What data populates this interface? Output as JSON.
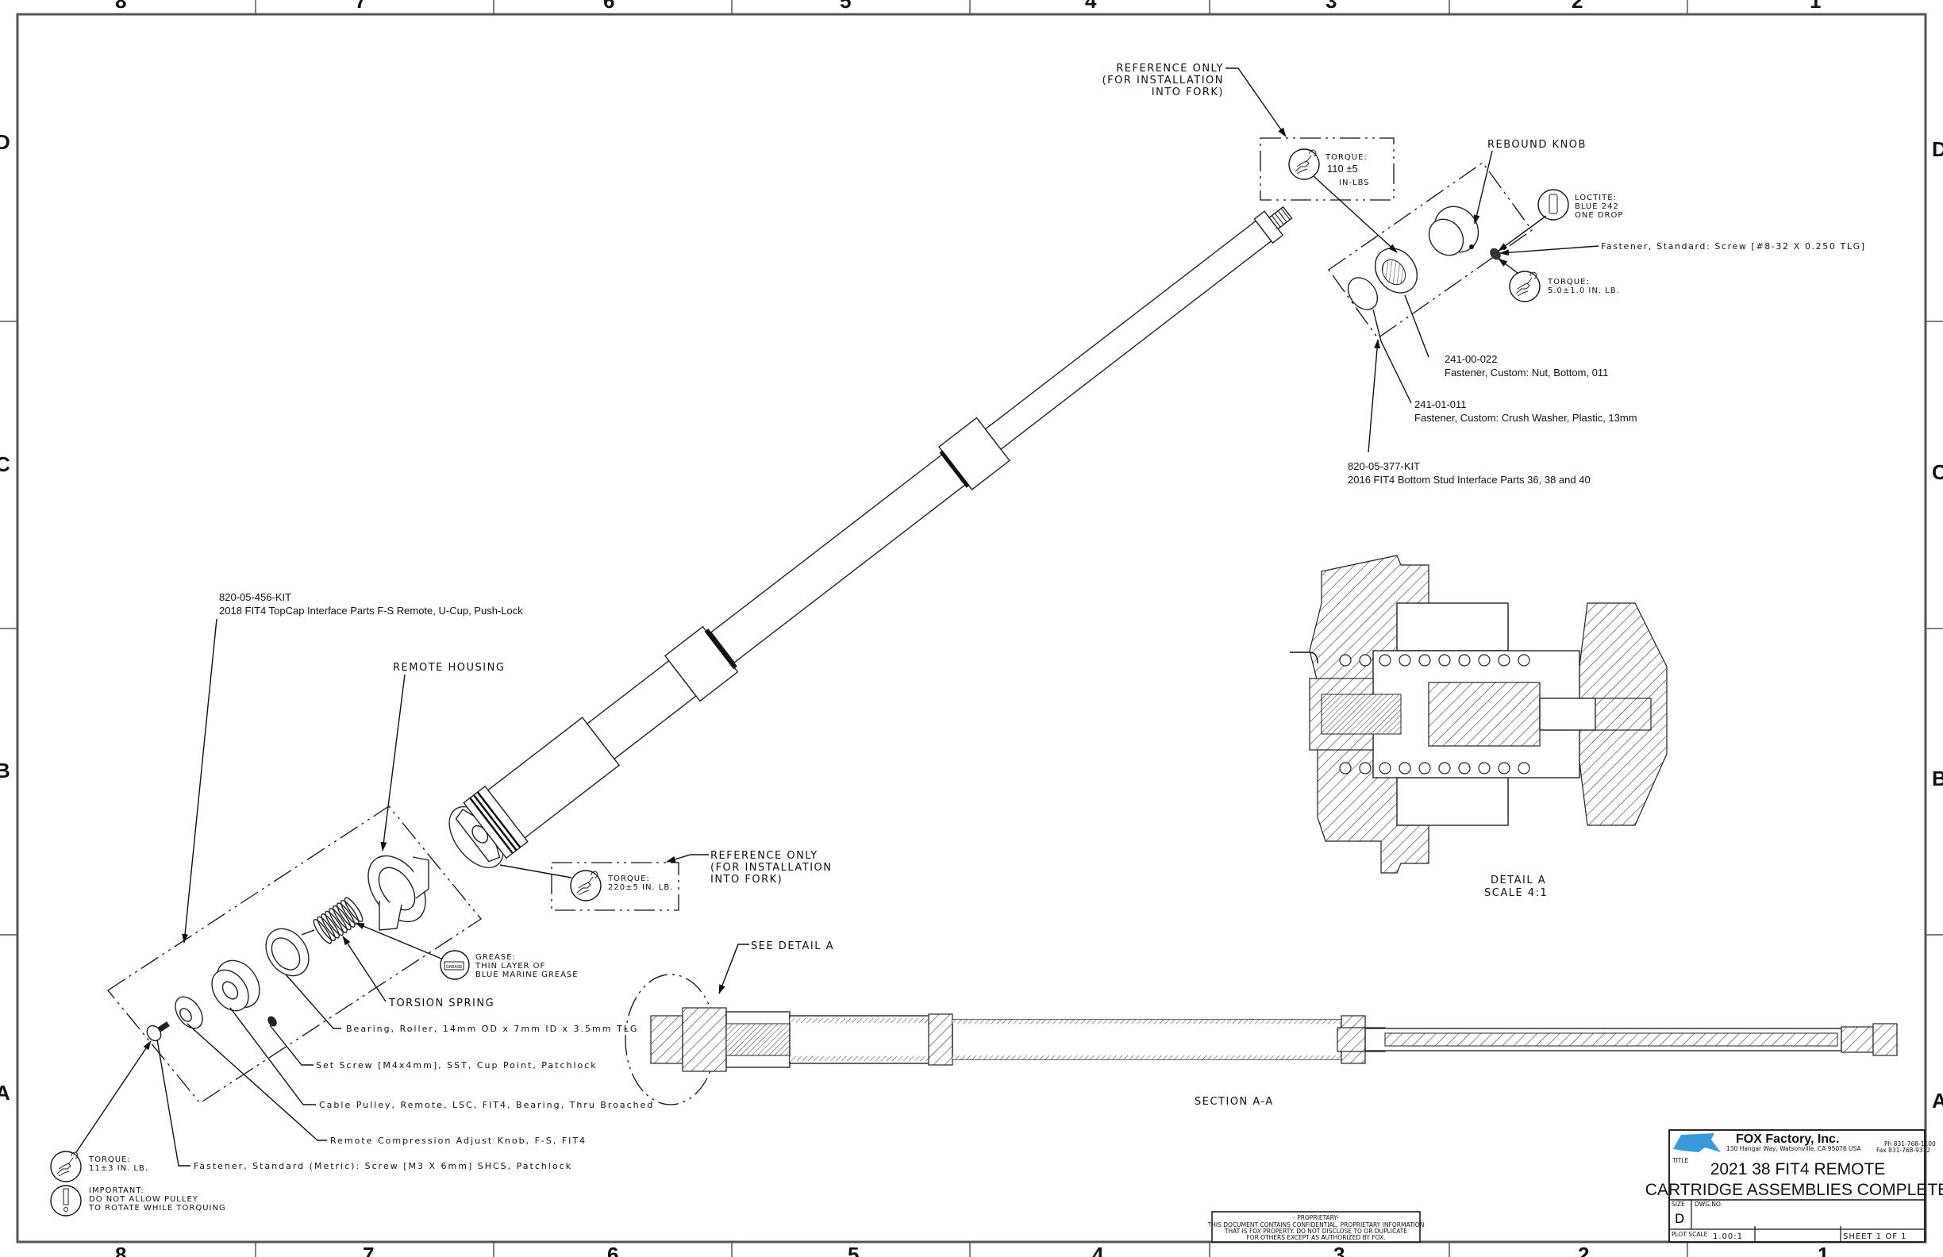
{
  "drawing": {
    "zones_columns": [
      "8",
      "7",
      "6",
      "5",
      "4",
      "3",
      "2",
      "1"
    ],
    "zones_rows": [
      "D",
      "C",
      "B",
      "A"
    ],
    "title_block": {
      "company": "FOX Factory, Inc.",
      "address": "130 Hangar Way, Watsonville, CA 95076 USA",
      "phone": "Ph 831-768-1100",
      "fax": "Fax 831-768-9312",
      "title_label": "TITLE",
      "title_line1": "2021 38 FIT4 REMOTE",
      "title_line2": "CARTRIDGE ASSEMBLIES COMPLETE",
      "size_label": "SIZE",
      "size_value": "D",
      "dwg_no_label": "DWG.NO.",
      "dwg_no_value": "",
      "plot_scale_label": "PLOT SCALE",
      "plot_scale_value": "1.00:1",
      "sheet": "SHEET 1 OF 1",
      "logo_color": "#3b9ad9"
    },
    "proprietary": {
      "heading": "- PROPRIETARY-",
      "line1": "THIS DOCUMENT CONTAINS CONFIDENTIAL, PROPRIETARY INFORMATION",
      "line2": "THAT IS FOX PROPERTY.  DO NOT DISCLOSE TO OR DUPLICATE",
      "line3": "FOR OTHERS EXCEPT AS AUTHORIZED BY FOX."
    },
    "top_callouts": {
      "reference_top": [
        "REFERENCE ONLY",
        "(FOR INSTALLATION",
        "INTO FORK)"
      ],
      "torque_110": {
        "label": "TORQUE:",
        "value": "110 ±5",
        "unit": "IN-LBS"
      },
      "rebound_knob": "REBOUND KNOB",
      "loctite": {
        "label": "LOCTITE:",
        "line1": "BLUE 242",
        "line2": "ONE DROP"
      },
      "fastener_screw": "Fastener, Standard: Screw [#8-32 X 0.250 TLG]",
      "torque_5": {
        "label": "TORQUE:",
        "value": "5.0±1.0 IN. LB."
      },
      "part_nut": {
        "number": "241-00-022",
        "desc": "Fastener, Custom: Nut, Bottom, 011"
      },
      "part_washer": {
        "number": "241-01-011",
        "desc": "Fastener, Custom: Crush Washer, Plastic, 13mm"
      },
      "part_bottom_kit": {
        "number": "820-05-377-KIT",
        "desc": "2016 FIT4 Bottom Stud Interface Parts 36, 38 and 40"
      }
    },
    "left_callouts": {
      "topcap_kit": {
        "number": "820-05-456-KIT",
        "desc": "2018 FIT4 TopCap Interface Parts F-S Remote, U-Cup, Push-Lock"
      },
      "remote_housing": "REMOTE HOUSING",
      "reference_mid": [
        "REFERENCE ONLY",
        "(FOR INSTALLATION",
        "INTO FORK)"
      ],
      "torque_220": {
        "label": "TORQUE:",
        "value": "220±5 IN. LB."
      },
      "grease": {
        "label": "GREASE:",
        "line1": "THIN LAYER OF",
        "line2": "BLUE MARINE GREASE",
        "badge": "GREASE"
      },
      "torsion_spring": "TORSION SPRING",
      "bearing": "Bearing, Roller, 14mm OD x 7mm ID x 3.5mm TLG",
      "set_screw": "Set Screw [M4x4mm], SST, Cup Point, Patchlock",
      "cable_pulley": "Cable Pulley, Remote, LSC, FIT4, Bearing, Thru Broached",
      "adjust_knob": "Remote Compression Adjust Knob, F-S, FIT4",
      "fastener_m3": "Fastener, Standard (Metric): Screw [M3 X 6mm] SHCS, Patchlock",
      "torque_11": {
        "label": "TORQUE:",
        "value": "11±3 IN. LB."
      },
      "important": {
        "label": "IMPORTANT:",
        "line1": "DO NOT ALLOW PULLEY",
        "line2": "TO ROTATE WHILE TORQUING"
      }
    },
    "views": {
      "see_detail": "SEE DETAIL  A",
      "section_label": "SECTION  A-A",
      "detail_label": "DETAIL  A",
      "detail_scale": "SCALE  4:1"
    }
  }
}
